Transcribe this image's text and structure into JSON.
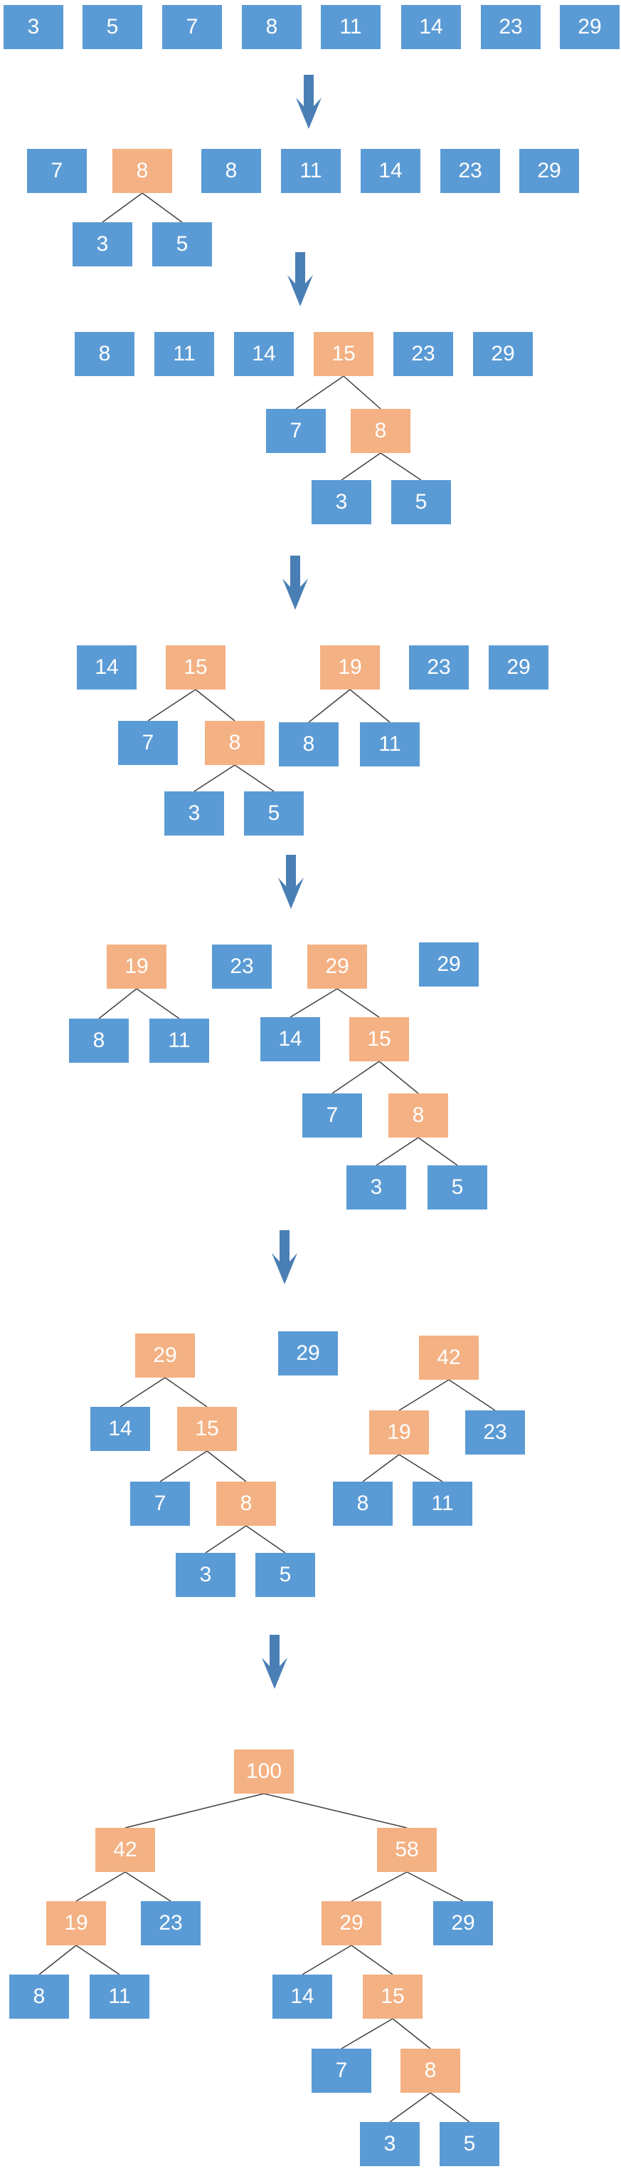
{
  "colors": {
    "leaf": "#5b9bd5",
    "internal": "#f4b183",
    "text": "#ffffff",
    "edge": "#404040",
    "arrow": "#4a7fb5"
  },
  "stages": [
    {
      "nodes": [
        {
          "id": "a",
          "v": "3",
          "t": "leaf"
        },
        {
          "id": "b",
          "v": "5",
          "t": "leaf"
        },
        {
          "id": "c",
          "v": "7",
          "t": "leaf"
        },
        {
          "id": "d",
          "v": "8",
          "t": "leaf"
        },
        {
          "id": "e",
          "v": "11",
          "t": "leaf"
        },
        {
          "id": "f",
          "v": "14",
          "t": "leaf"
        },
        {
          "id": "g",
          "v": "23",
          "t": "leaf"
        },
        {
          "id": "h",
          "v": "29",
          "t": "leaf"
        }
      ],
      "edges": []
    },
    {
      "nodes": [
        {
          "id": "a",
          "v": "7",
          "t": "leaf"
        },
        {
          "id": "p",
          "v": "8",
          "t": "internal"
        },
        {
          "id": "b",
          "v": "8",
          "t": "leaf"
        },
        {
          "id": "c",
          "v": "11",
          "t": "leaf"
        },
        {
          "id": "d",
          "v": "14",
          "t": "leaf"
        },
        {
          "id": "e",
          "v": "23",
          "t": "leaf"
        },
        {
          "id": "f",
          "v": "29",
          "t": "leaf"
        },
        {
          "id": "g",
          "v": "3",
          "t": "leaf"
        },
        {
          "id": "h",
          "v": "5",
          "t": "leaf"
        }
      ],
      "edges": [
        [
          "p",
          "g"
        ],
        [
          "p",
          "h"
        ]
      ]
    },
    {
      "nodes": [
        {
          "id": "a",
          "v": "8",
          "t": "leaf"
        },
        {
          "id": "b",
          "v": "11",
          "t": "leaf"
        },
        {
          "id": "c",
          "v": "14",
          "t": "leaf"
        },
        {
          "id": "q",
          "v": "15",
          "t": "internal"
        },
        {
          "id": "d",
          "v": "23",
          "t": "leaf"
        },
        {
          "id": "e",
          "v": "29",
          "t": "leaf"
        },
        {
          "id": "f",
          "v": "7",
          "t": "leaf"
        },
        {
          "id": "p",
          "v": "8",
          "t": "internal"
        },
        {
          "id": "g",
          "v": "3",
          "t": "leaf"
        },
        {
          "id": "h",
          "v": "5",
          "t": "leaf"
        }
      ],
      "edges": [
        [
          "q",
          "f"
        ],
        [
          "q",
          "p"
        ],
        [
          "p",
          "g"
        ],
        [
          "p",
          "h"
        ]
      ]
    },
    {
      "nodes": [
        {
          "id": "a",
          "v": "14",
          "t": "leaf"
        },
        {
          "id": "q",
          "v": "15",
          "t": "internal"
        },
        {
          "id": "r",
          "v": "19",
          "t": "internal"
        },
        {
          "id": "b",
          "v": "23",
          "t": "leaf"
        },
        {
          "id": "c",
          "v": "29",
          "t": "leaf"
        },
        {
          "id": "d",
          "v": "7",
          "t": "leaf"
        },
        {
          "id": "p",
          "v": "8",
          "t": "internal"
        },
        {
          "id": "e",
          "v": "8",
          "t": "leaf"
        },
        {
          "id": "f",
          "v": "11",
          "t": "leaf"
        },
        {
          "id": "g",
          "v": "3",
          "t": "leaf"
        },
        {
          "id": "h",
          "v": "5",
          "t": "leaf"
        }
      ],
      "edges": [
        [
          "q",
          "d"
        ],
        [
          "q",
          "p"
        ],
        [
          "r",
          "e"
        ],
        [
          "r",
          "f"
        ],
        [
          "p",
          "g"
        ],
        [
          "p",
          "h"
        ]
      ]
    },
    {
      "nodes": [
        {
          "id": "r",
          "v": "19",
          "t": "internal"
        },
        {
          "id": "a",
          "v": "23",
          "t": "leaf"
        },
        {
          "id": "s",
          "v": "29",
          "t": "internal"
        },
        {
          "id": "b",
          "v": "29",
          "t": "leaf"
        },
        {
          "id": "c",
          "v": "8",
          "t": "leaf"
        },
        {
          "id": "d",
          "v": "11",
          "t": "leaf"
        },
        {
          "id": "e",
          "v": "14",
          "t": "leaf"
        },
        {
          "id": "q",
          "v": "15",
          "t": "internal"
        },
        {
          "id": "f",
          "v": "7",
          "t": "leaf"
        },
        {
          "id": "p",
          "v": "8",
          "t": "internal"
        },
        {
          "id": "g",
          "v": "3",
          "t": "leaf"
        },
        {
          "id": "h",
          "v": "5",
          "t": "leaf"
        }
      ],
      "edges": [
        [
          "r",
          "c"
        ],
        [
          "r",
          "d"
        ],
        [
          "s",
          "e"
        ],
        [
          "s",
          "q"
        ],
        [
          "q",
          "f"
        ],
        [
          "q",
          "p"
        ],
        [
          "p",
          "g"
        ],
        [
          "p",
          "h"
        ]
      ]
    },
    {
      "nodes": [
        {
          "id": "s",
          "v": "29",
          "t": "internal"
        },
        {
          "id": "a",
          "v": "29",
          "t": "leaf"
        },
        {
          "id": "t",
          "v": "42",
          "t": "internal"
        },
        {
          "id": "b",
          "v": "14",
          "t": "leaf"
        },
        {
          "id": "q",
          "v": "15",
          "t": "internal"
        },
        {
          "id": "r",
          "v": "19",
          "t": "internal"
        },
        {
          "id": "c",
          "v": "23",
          "t": "leaf"
        },
        {
          "id": "d",
          "v": "7",
          "t": "leaf"
        },
        {
          "id": "p",
          "v": "8",
          "t": "internal"
        },
        {
          "id": "e",
          "v": "8",
          "t": "leaf"
        },
        {
          "id": "f",
          "v": "11",
          "t": "leaf"
        },
        {
          "id": "g",
          "v": "3",
          "t": "leaf"
        },
        {
          "id": "h",
          "v": "5",
          "t": "leaf"
        }
      ],
      "edges": [
        [
          "s",
          "b"
        ],
        [
          "s",
          "q"
        ],
        [
          "q",
          "d"
        ],
        [
          "q",
          "p"
        ],
        [
          "p",
          "g"
        ],
        [
          "p",
          "h"
        ],
        [
          "t",
          "r"
        ],
        [
          "t",
          "c"
        ],
        [
          "r",
          "e"
        ],
        [
          "r",
          "f"
        ]
      ]
    },
    {
      "nodes": [
        {
          "id": "u",
          "v": "100",
          "t": "internal"
        },
        {
          "id": "t",
          "v": "42",
          "t": "internal"
        },
        {
          "id": "w",
          "v": "58",
          "t": "internal"
        },
        {
          "id": "r",
          "v": "19",
          "t": "internal"
        },
        {
          "id": "a",
          "v": "23",
          "t": "leaf"
        },
        {
          "id": "s",
          "v": "29",
          "t": "internal"
        },
        {
          "id": "b",
          "v": "29",
          "t": "leaf"
        },
        {
          "id": "c",
          "v": "8",
          "t": "leaf"
        },
        {
          "id": "d",
          "v": "11",
          "t": "leaf"
        },
        {
          "id": "e",
          "v": "14",
          "t": "leaf"
        },
        {
          "id": "q",
          "v": "15",
          "t": "internal"
        },
        {
          "id": "f",
          "v": "7",
          "t": "leaf"
        },
        {
          "id": "p",
          "v": "8",
          "t": "internal"
        },
        {
          "id": "g",
          "v": "3",
          "t": "leaf"
        },
        {
          "id": "h",
          "v": "5",
          "t": "leaf"
        }
      ],
      "edges": [
        [
          "u",
          "t"
        ],
        [
          "u",
          "w"
        ],
        [
          "t",
          "r"
        ],
        [
          "t",
          "a"
        ],
        [
          "w",
          "s"
        ],
        [
          "w",
          "b"
        ],
        [
          "r",
          "c"
        ],
        [
          "r",
          "d"
        ],
        [
          "s",
          "e"
        ],
        [
          "s",
          "q"
        ],
        [
          "q",
          "f"
        ],
        [
          "q",
          "p"
        ],
        [
          "p",
          "g"
        ],
        [
          "p",
          "h"
        ]
      ]
    }
  ]
}
